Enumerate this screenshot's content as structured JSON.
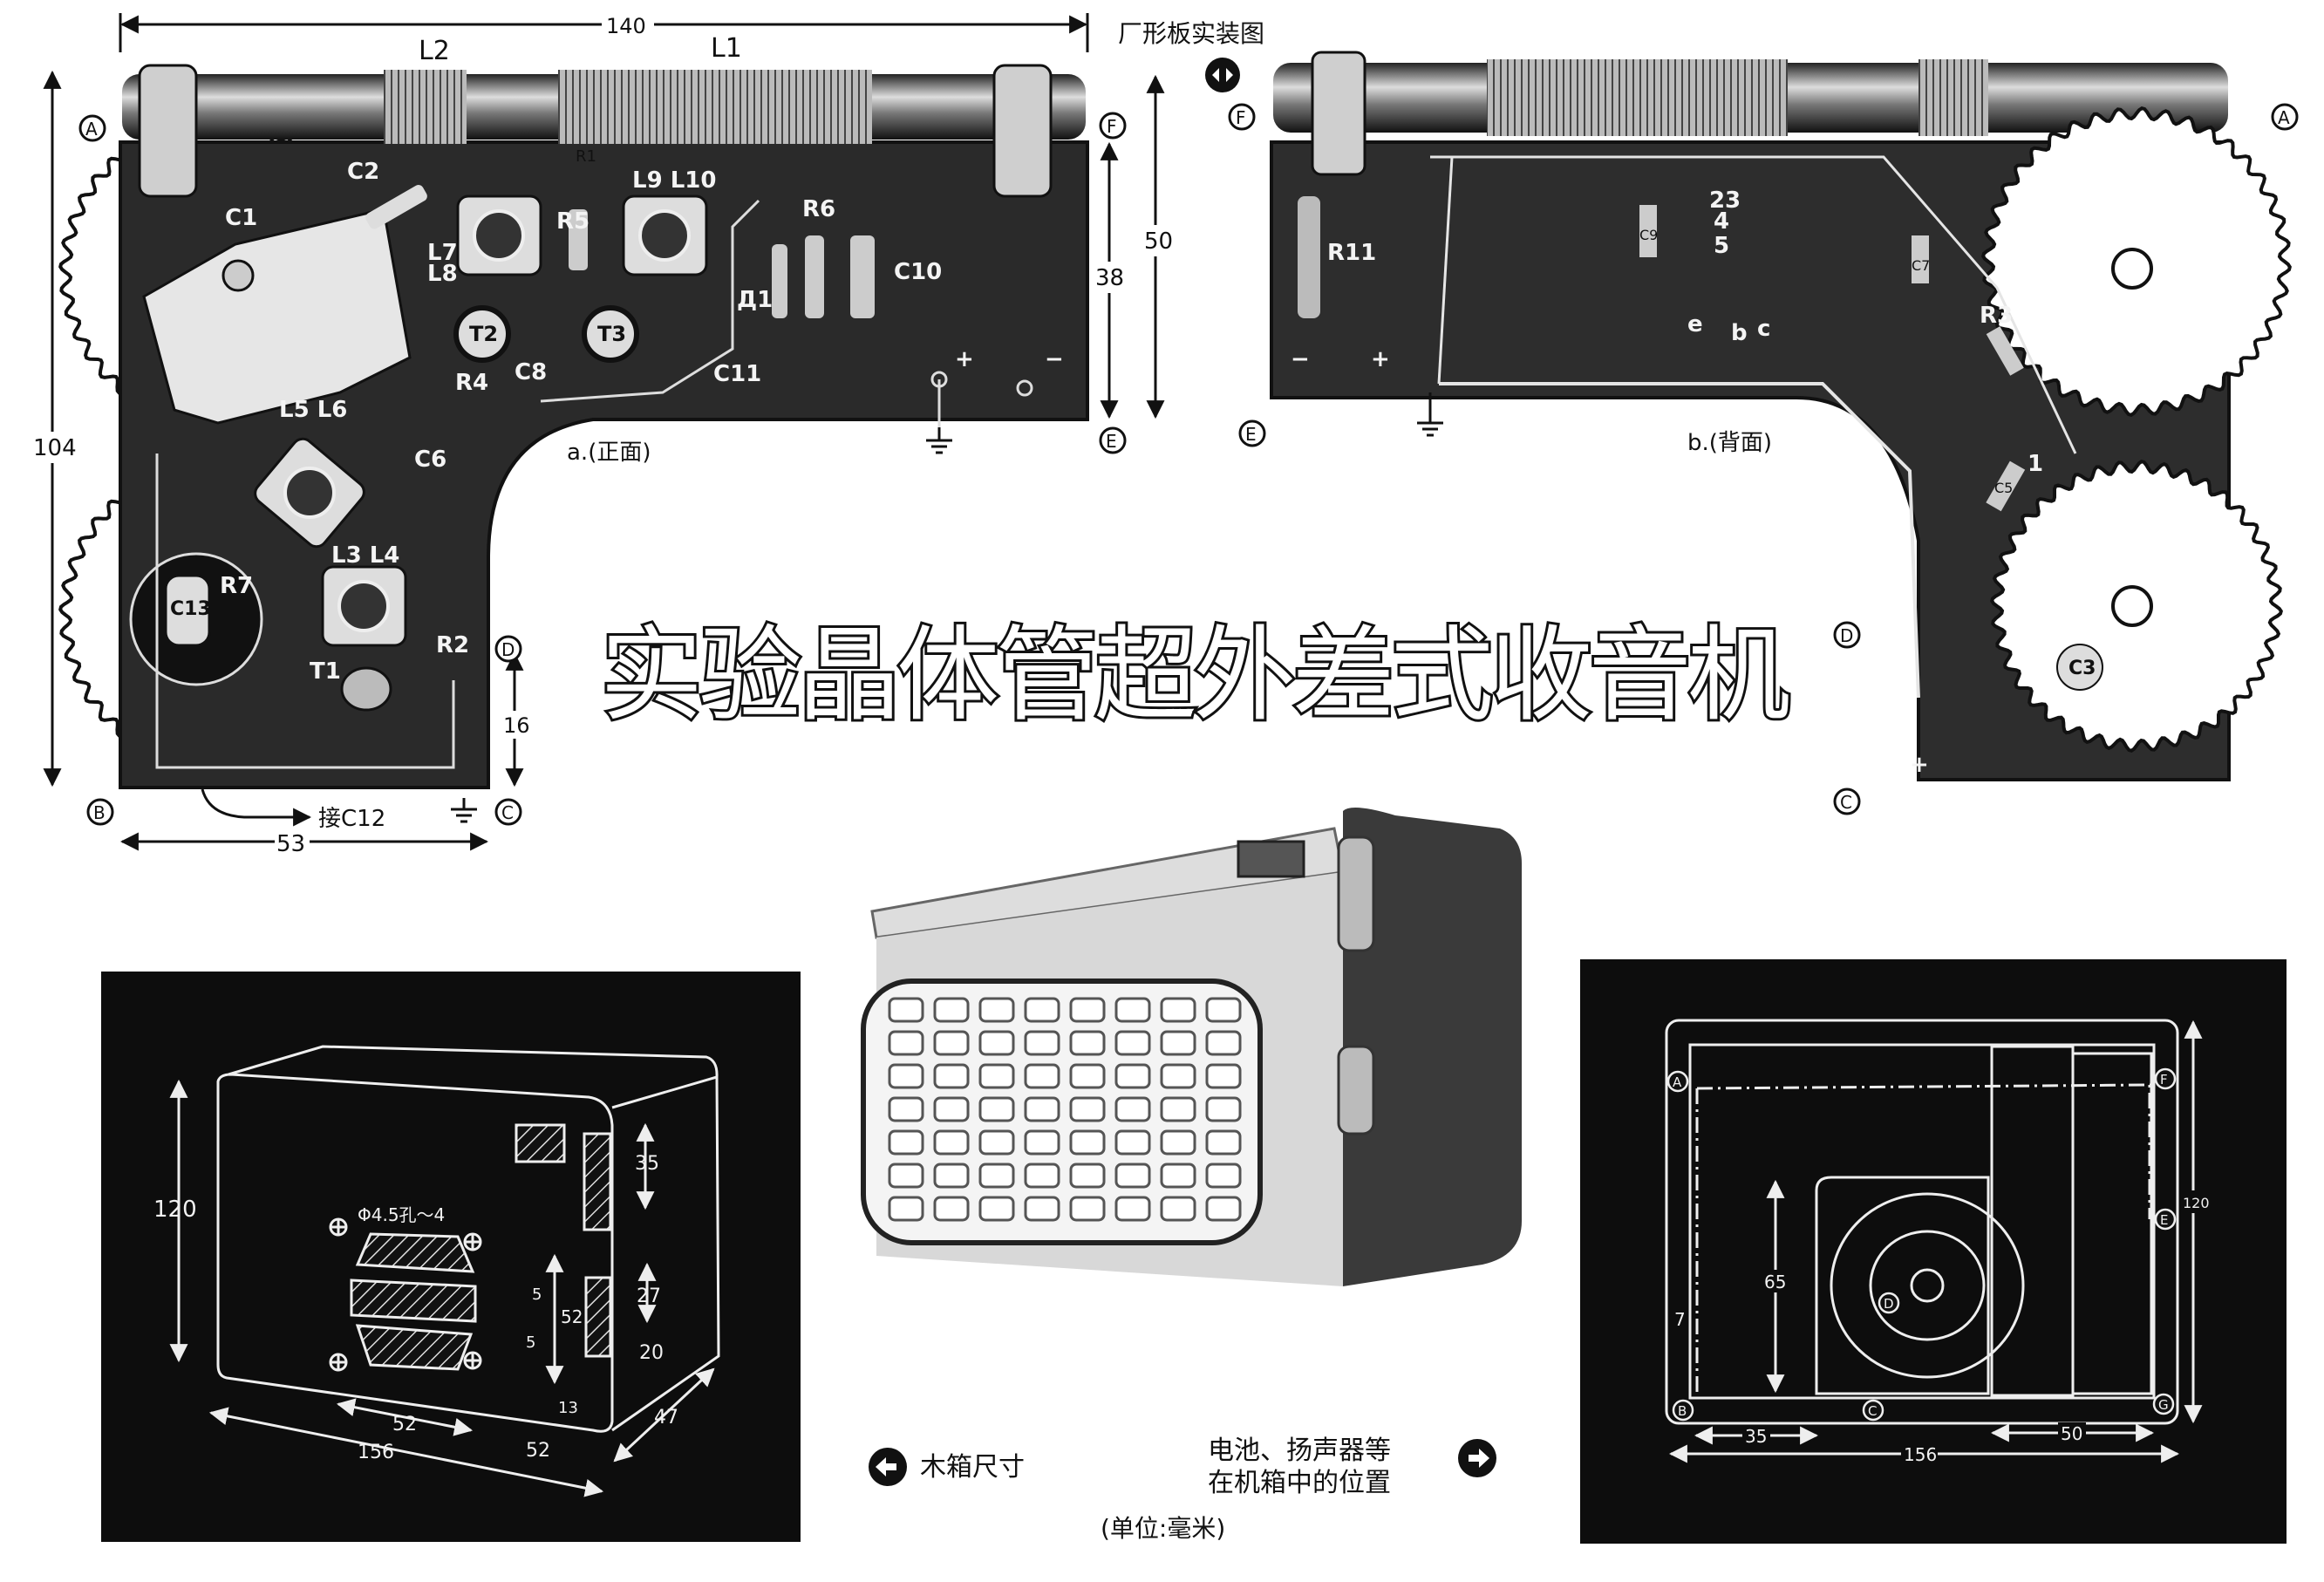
{
  "header": {
    "caption": "厂形板实装图"
  },
  "title": "实验晶体管超外差式收音机",
  "front_board": {
    "label": "a.(正面)",
    "dims": {
      "width": "140",
      "height": "104",
      "right_height": "50",
      "inner_height": "38",
      "bottom_width": "53",
      "notch_height": "16"
    },
    "points": {
      "A": "A",
      "B": "B",
      "C": "C",
      "D": "D",
      "E": "E",
      "F": "F"
    },
    "note": "接C12",
    "plus": "+",
    "minus": "−",
    "components": [
      "L2",
      "L1",
      "C2",
      "L9 L10",
      "R5",
      "R6",
      "C1",
      "L7",
      "L8",
      "T2",
      "T3",
      "C8",
      "C11",
      "Д1",
      "C10",
      "R4",
      "L5 L6",
      "C6",
      "R7",
      "C13",
      "L3 L4",
      "T1",
      "R2",
      "R1"
    ]
  },
  "back_board": {
    "label": "b.(背面)",
    "points": {
      "A": "A",
      "C": "C",
      "D": "D",
      "E": "E",
      "F": "F"
    },
    "plus": "+",
    "minus": "−",
    "components": [
      "R11",
      "C9",
      "C7",
      "R3",
      "C5",
      "C3"
    ],
    "pins": [
      "2",
      "3",
      "4",
      "5",
      "1",
      "e",
      "b",
      "c"
    ]
  },
  "cabinet_dims": {
    "height": "120",
    "hole": "Φ4.5孔～4",
    "side_top": "35",
    "side_mid": "27",
    "side_bottom": "20",
    "slot_gap1": "5",
    "grille_height": "52",
    "slot_gap2": "5",
    "bottom_offset": "13",
    "hole_spacing": "52",
    "width": "156",
    "right_offset": "52",
    "depth": "47"
  },
  "layout_dims": {
    "points": {
      "A": "A",
      "B": "B",
      "C": "C",
      "D": "D",
      "E": "E",
      "F": "F",
      "G": "G"
    },
    "speaker_height": "65",
    "margin": "7",
    "height": "120",
    "left": "35",
    "right": "50",
    "width": "156"
  },
  "captions": {
    "left": "木箱尺寸",
    "right_line1": "电池、扬声器等",
    "right_line2": "在机箱中的位置",
    "units": "(单位:毫米)"
  },
  "colors": {
    "board": "#2a2a2a",
    "panel": "#0d0d0d",
    "line": "#111111",
    "paper": "#ffffff"
  }
}
